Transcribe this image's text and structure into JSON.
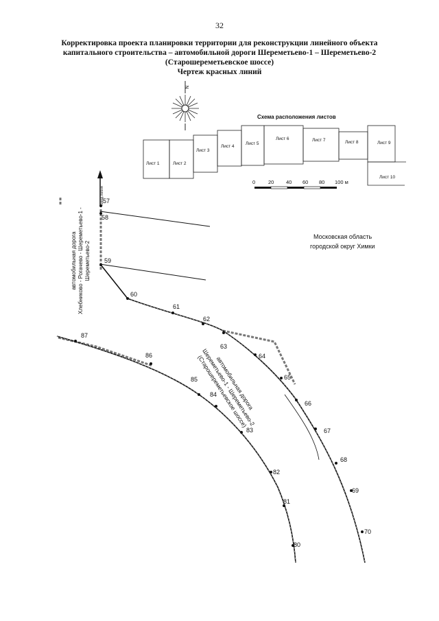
{
  "page_number": "32",
  "title_lines": [
    "Корректировка проекта планировки территории для реконструкции линейного объекта",
    "капитального строительства – автомобильной дороги Шереметьево-1 – Шереметьево-2",
    "(Старошереметьевское шоссе)",
    "Чертеж красных линий"
  ],
  "north_arrow": {
    "letter": "N"
  },
  "scheme": {
    "title": "Схема расположения листов",
    "sheets": [
      "Лист 1",
      "Лист 2",
      "Лист 3",
      "Лист 4",
      "Лист 5",
      "Лист 6",
      "Лист 7",
      "Лист 8",
      "Лист 9",
      "Лист 10"
    ]
  },
  "scale_bar": {
    "ticks": [
      "0",
      "20",
      "40",
      "60",
      "80",
      "100 м"
    ]
  },
  "region": {
    "line1": "Московская область",
    "line2": "городской округ Химки"
  },
  "road_labels": {
    "west": [
      "автомобильная дорога",
      "Хлебниково - Рогачево - Шереметьево-1 -",
      "Шереметьево-2"
    ],
    "main": [
      "автомобильная дорога",
      "Шереметьево-1 - Шереметьево-2",
      "(Старошереметьевское шоссе)"
    ],
    "boundary": "город Лобня"
  },
  "points_outer": [
    "57",
    "58",
    "59",
    "60",
    "61",
    "62",
    "63",
    "64",
    "65",
    "66",
    "67",
    "68",
    "69",
    "70"
  ],
  "points_inner": [
    "87",
    "86",
    "85",
    "84",
    "83",
    "82",
    "81",
    "80"
  ],
  "colors": {
    "line": "#111111",
    "dashed_boundary": "#777777"
  }
}
